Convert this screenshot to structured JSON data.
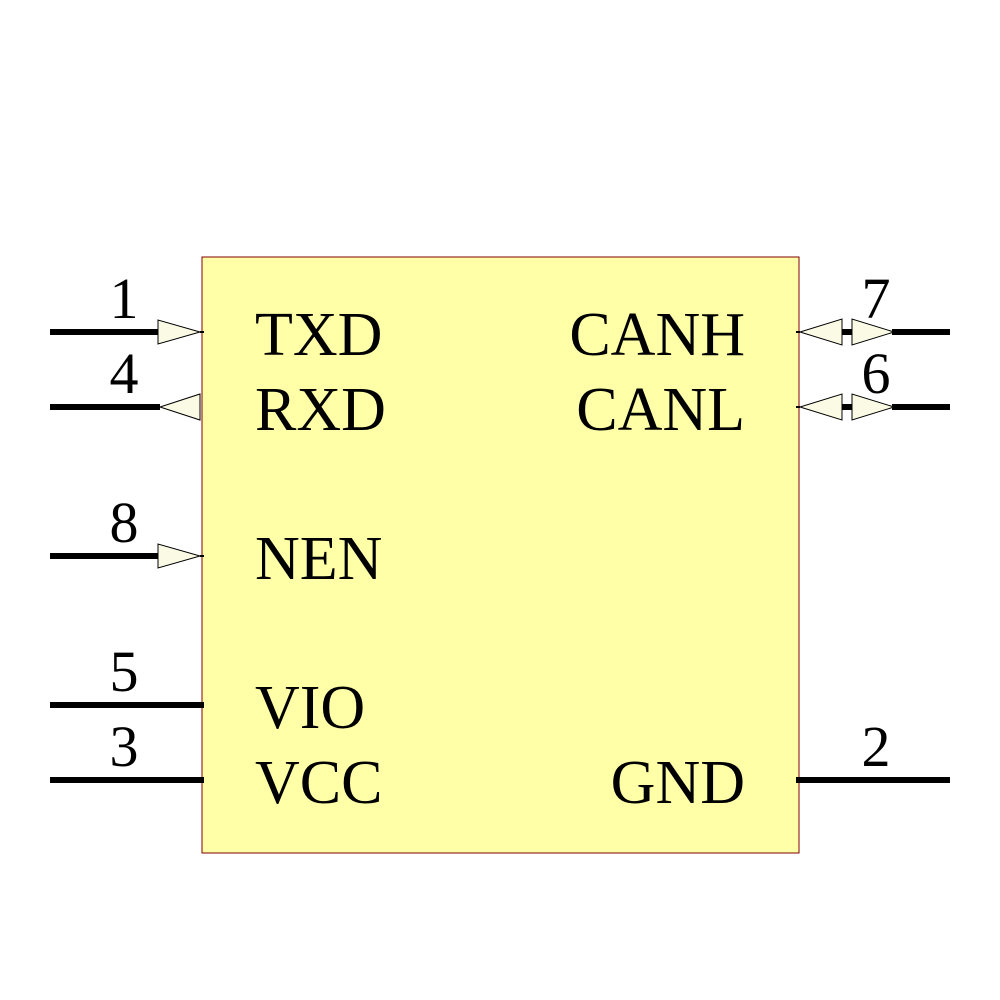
{
  "component": {
    "body_fill": "#ffffa8",
    "body_stroke": "#800000"
  },
  "pins": {
    "txd": {
      "number": "1",
      "name": "TXD",
      "direction": "input"
    },
    "rxd": {
      "number": "4",
      "name": "RXD",
      "direction": "output"
    },
    "nen": {
      "number": "8",
      "name": "NEN",
      "direction": "input"
    },
    "vio": {
      "number": "5",
      "name": "VIO",
      "direction": "power"
    },
    "vcc": {
      "number": "3",
      "name": "VCC",
      "direction": "power"
    },
    "canh": {
      "number": "7",
      "name": "CANH",
      "direction": "bidirectional"
    },
    "canl": {
      "number": "6",
      "name": "CANL",
      "direction": "bidirectional"
    },
    "gnd": {
      "number": "2",
      "name": "GND",
      "direction": "power"
    }
  }
}
